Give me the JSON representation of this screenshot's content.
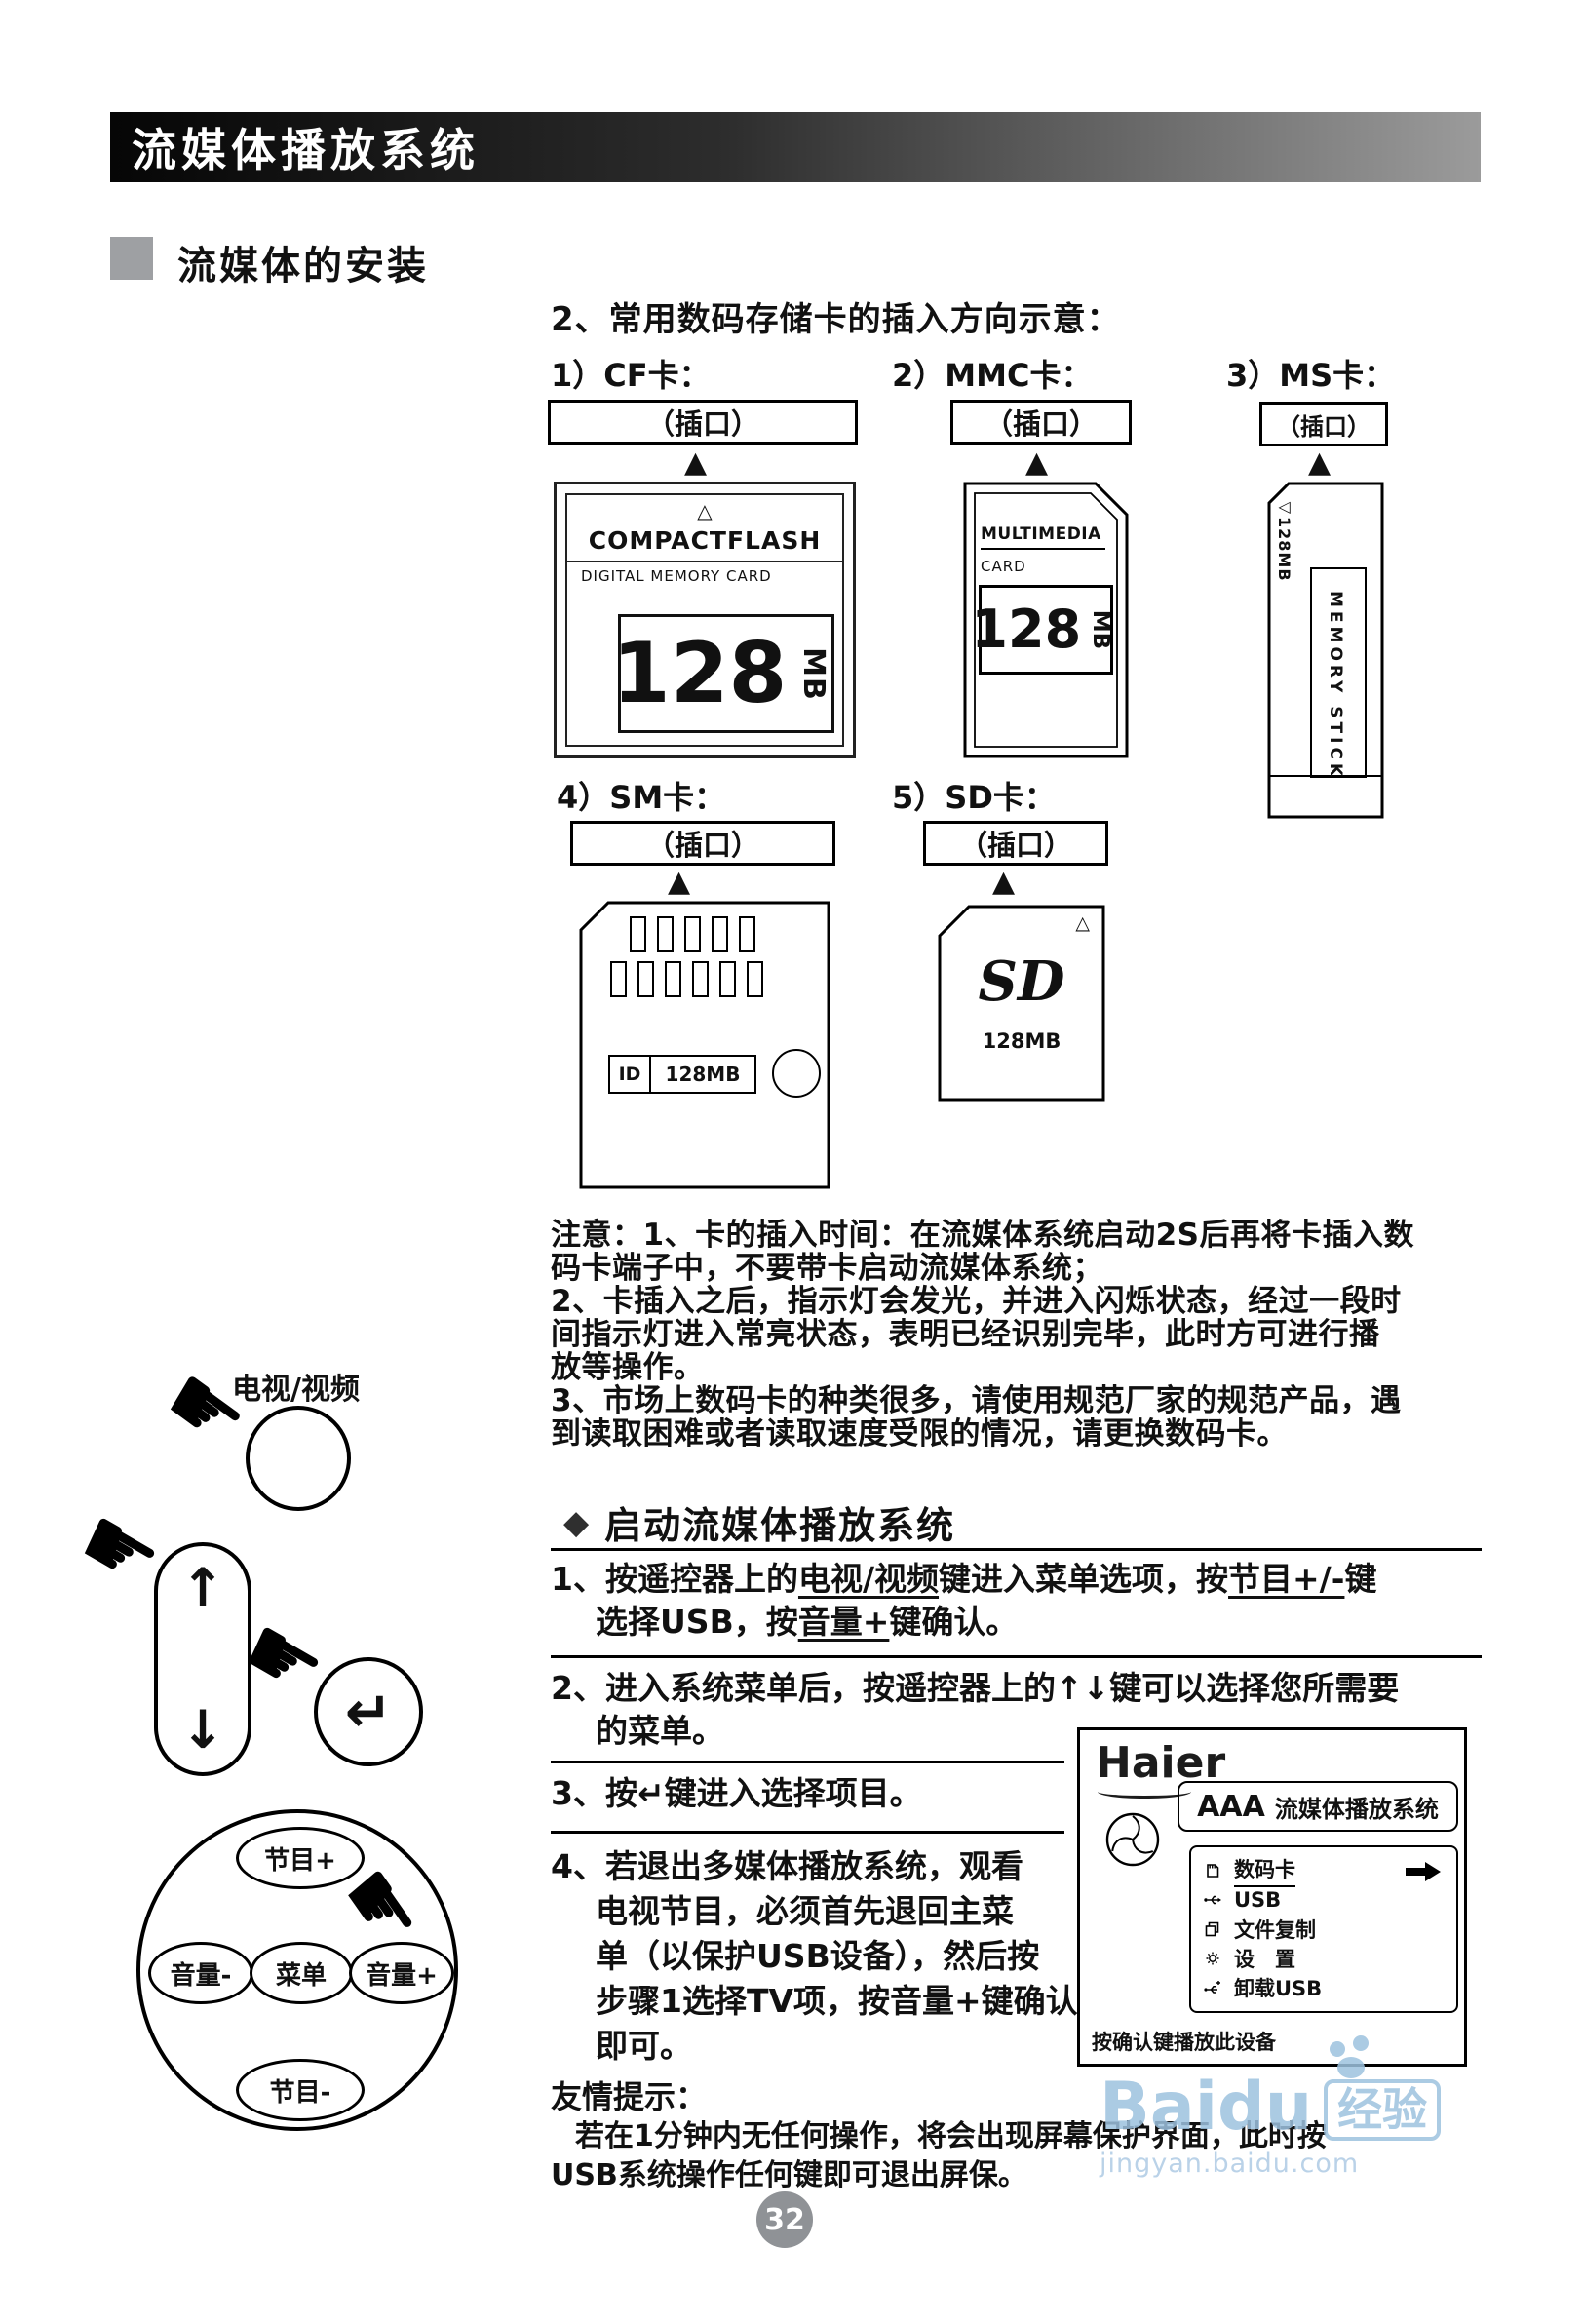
{
  "page": {
    "title": "流媒体播放系统",
    "section_title": "流媒体的安装",
    "page_number": "32"
  },
  "icons": {
    "hand": "☛",
    "up_arrow": "↑",
    "down_arrow": "↓",
    "enter_arrow": "↵",
    "insert_arrow": "▲",
    "triangle_outline": "△",
    "diamond": "◆"
  },
  "cards": {
    "heading": "2、常用数码存储卡的插入方向示意：",
    "slot": "（插口）",
    "cf": {
      "label": "1）CF卡：",
      "brand": "COMPACTFLASH",
      "sub": "DIGITAL MEMORY CARD",
      "size": "128",
      "unit": "MB"
    },
    "mmc": {
      "label": "2）MMC卡：",
      "brand": "MULTIMEDIA",
      "type": "CARD",
      "size": "128",
      "unit": "MB"
    },
    "ms": {
      "label": "3）MS卡：",
      "size": "◁128MB",
      "brand": "MEMORY STICK"
    },
    "sm": {
      "label": "4）SM卡：",
      "id": "ID",
      "size": "128MB"
    },
    "sd": {
      "label": "5）SD卡：",
      "brand": "SD",
      "size": "128MB"
    }
  },
  "note": {
    "line1": "注意：1、卡的插入时间：在流媒体系统启动2S后再将卡插入数",
    "line2": "码卡端子中，不要带卡启动流媒体系统；",
    "line3": "2、卡插入之后，指示灯会发光，并进入闪烁状态，经过一段时",
    "line4": "间指示灯进入常亮状态，表明已经识别完毕，此时方可进行播",
    "line5": "放等操作。",
    "line6": "3、市场上数码卡的种类很多，请使用规范厂家的规范产品，遇",
    "line7": "到读取困难或者读取速度受限的情况，请更换数码卡。"
  },
  "remote": {
    "tv_video_label": "电视/视频",
    "prog_plus": "节目+",
    "vol_minus": "音量-",
    "menu": "菜单",
    "vol_plus": "音量+",
    "prog_minus": "节目-"
  },
  "start": {
    "heading": "启动流媒体播放系统",
    "step1": {
      "p1": "1、按遥控器上的",
      "u1": "电视/视频",
      "p2": "键进入菜单选项，按",
      "u2": "节目+/-",
      "p3": "键",
      "p4": "选择USB，按",
      "u3": "音量+",
      "p5": "键确认。"
    },
    "step2": {
      "l1": "2、进入系统菜单后，按遥控器上的↑↓键可以选择您所需要",
      "l2": "的菜单。"
    },
    "step3": {
      "p1": "3、按",
      "glyph": "↵",
      "p2": "键进入选择项目。"
    },
    "step4": {
      "l1": "4、若退出多媒体播放系统，观看",
      "l2": "电视节目，必须首先退回主菜",
      "l3": "单（以保护USB设备），然后按",
      "l4": "步骤1选择TV项，按音量+键确认",
      "l5": "即可。"
    }
  },
  "tv": {
    "logo": "Haier",
    "title_bold": "AAA",
    "title_text": "流媒体播放系统",
    "menu": [
      {
        "label": "数码卡"
      },
      {
        "label": "USB"
      },
      {
        "label": "文件复制"
      },
      {
        "label": "设　置"
      },
      {
        "label": "卸载USB"
      }
    ],
    "footer": "按确认键播放此设备"
  },
  "tips": {
    "title": "友情提示：",
    "line1": "若在1分钟内无任何操作，将会出现屏幕保护界面，此时按",
    "line2": "USB系统操作任何键即可退出屏保。"
  },
  "watermark": {
    "brand": "Baidu",
    "badge": "经验",
    "url": "jingyan.baidu.com"
  }
}
